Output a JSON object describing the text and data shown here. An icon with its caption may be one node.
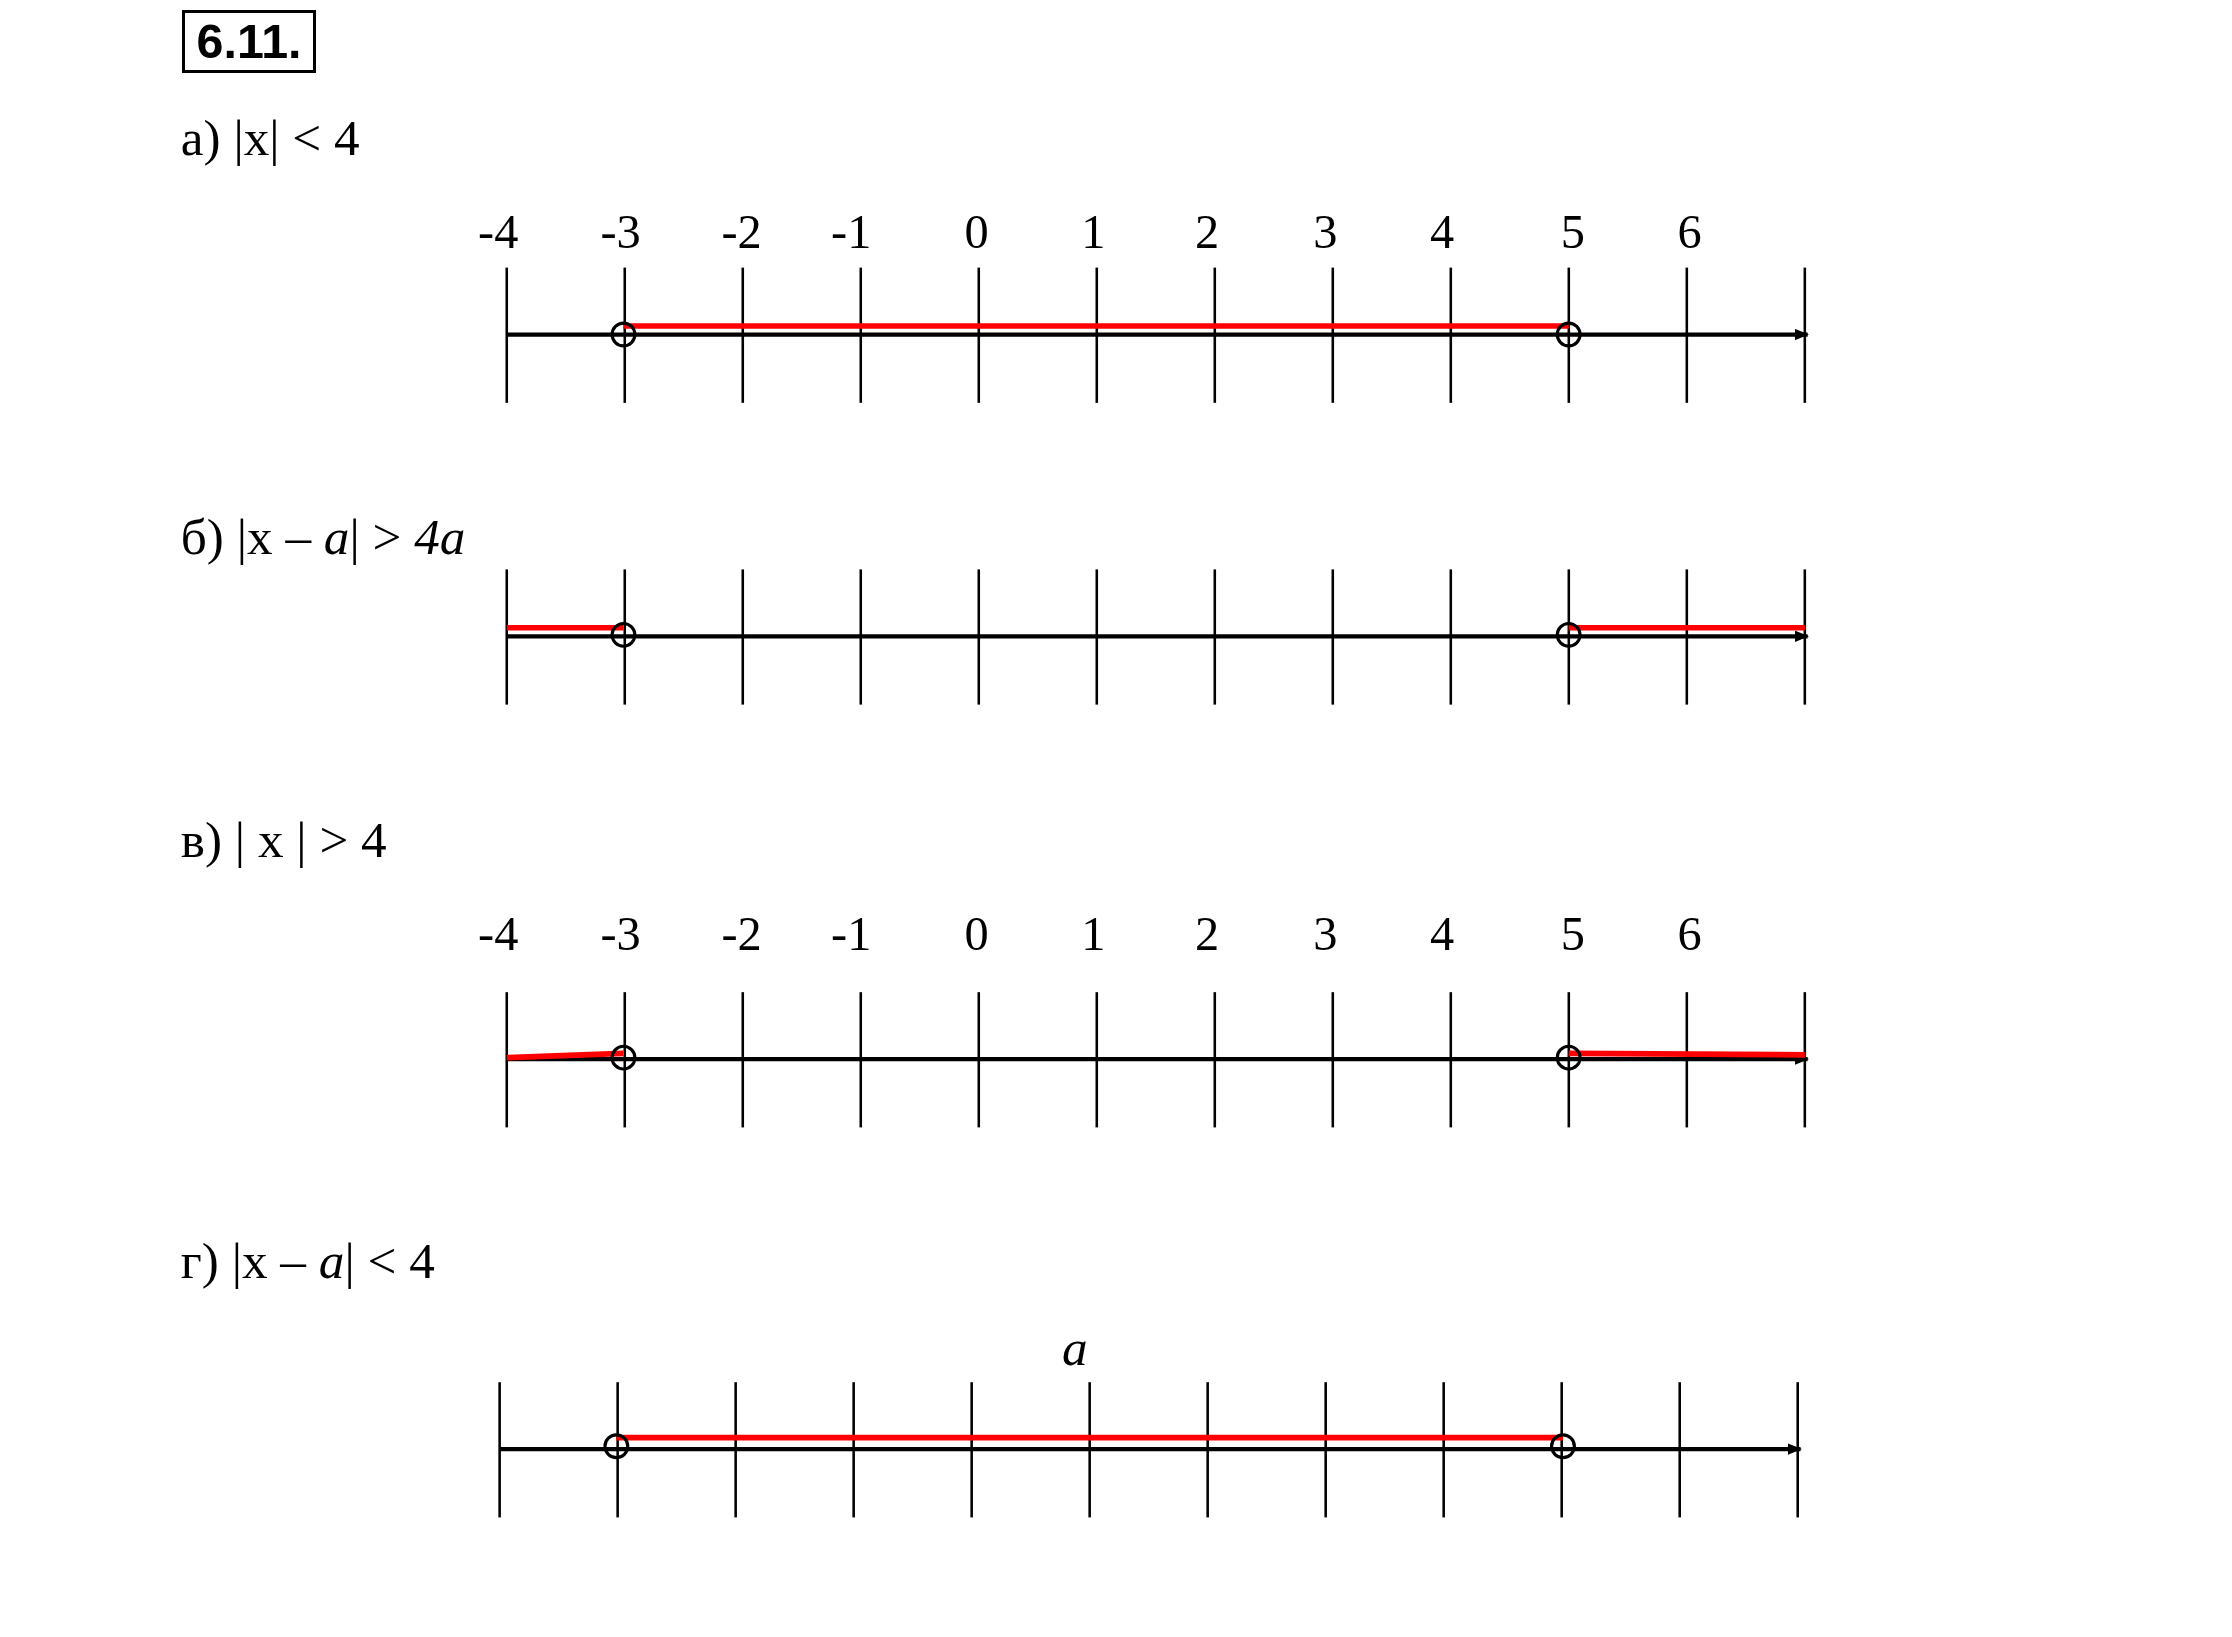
{
  "diagram": {
    "title": "6.11.",
    "labels": [
      "а) |x| < 4",
      "-4",
      "-3",
      "-2",
      "-1",
      "0",
      "1",
      "2",
      "3",
      "4",
      "5",
      "6",
      "б) |x – *a*| > *4a*",
      "в) | x | > 4",
      "-4",
      "-3",
      "-2",
      "-1",
      "0",
      "1",
      "2",
      "3",
      "4",
      "5",
      "6",
      "г) |x – *a*| < 4",
      "a"
    ]
  }
}
